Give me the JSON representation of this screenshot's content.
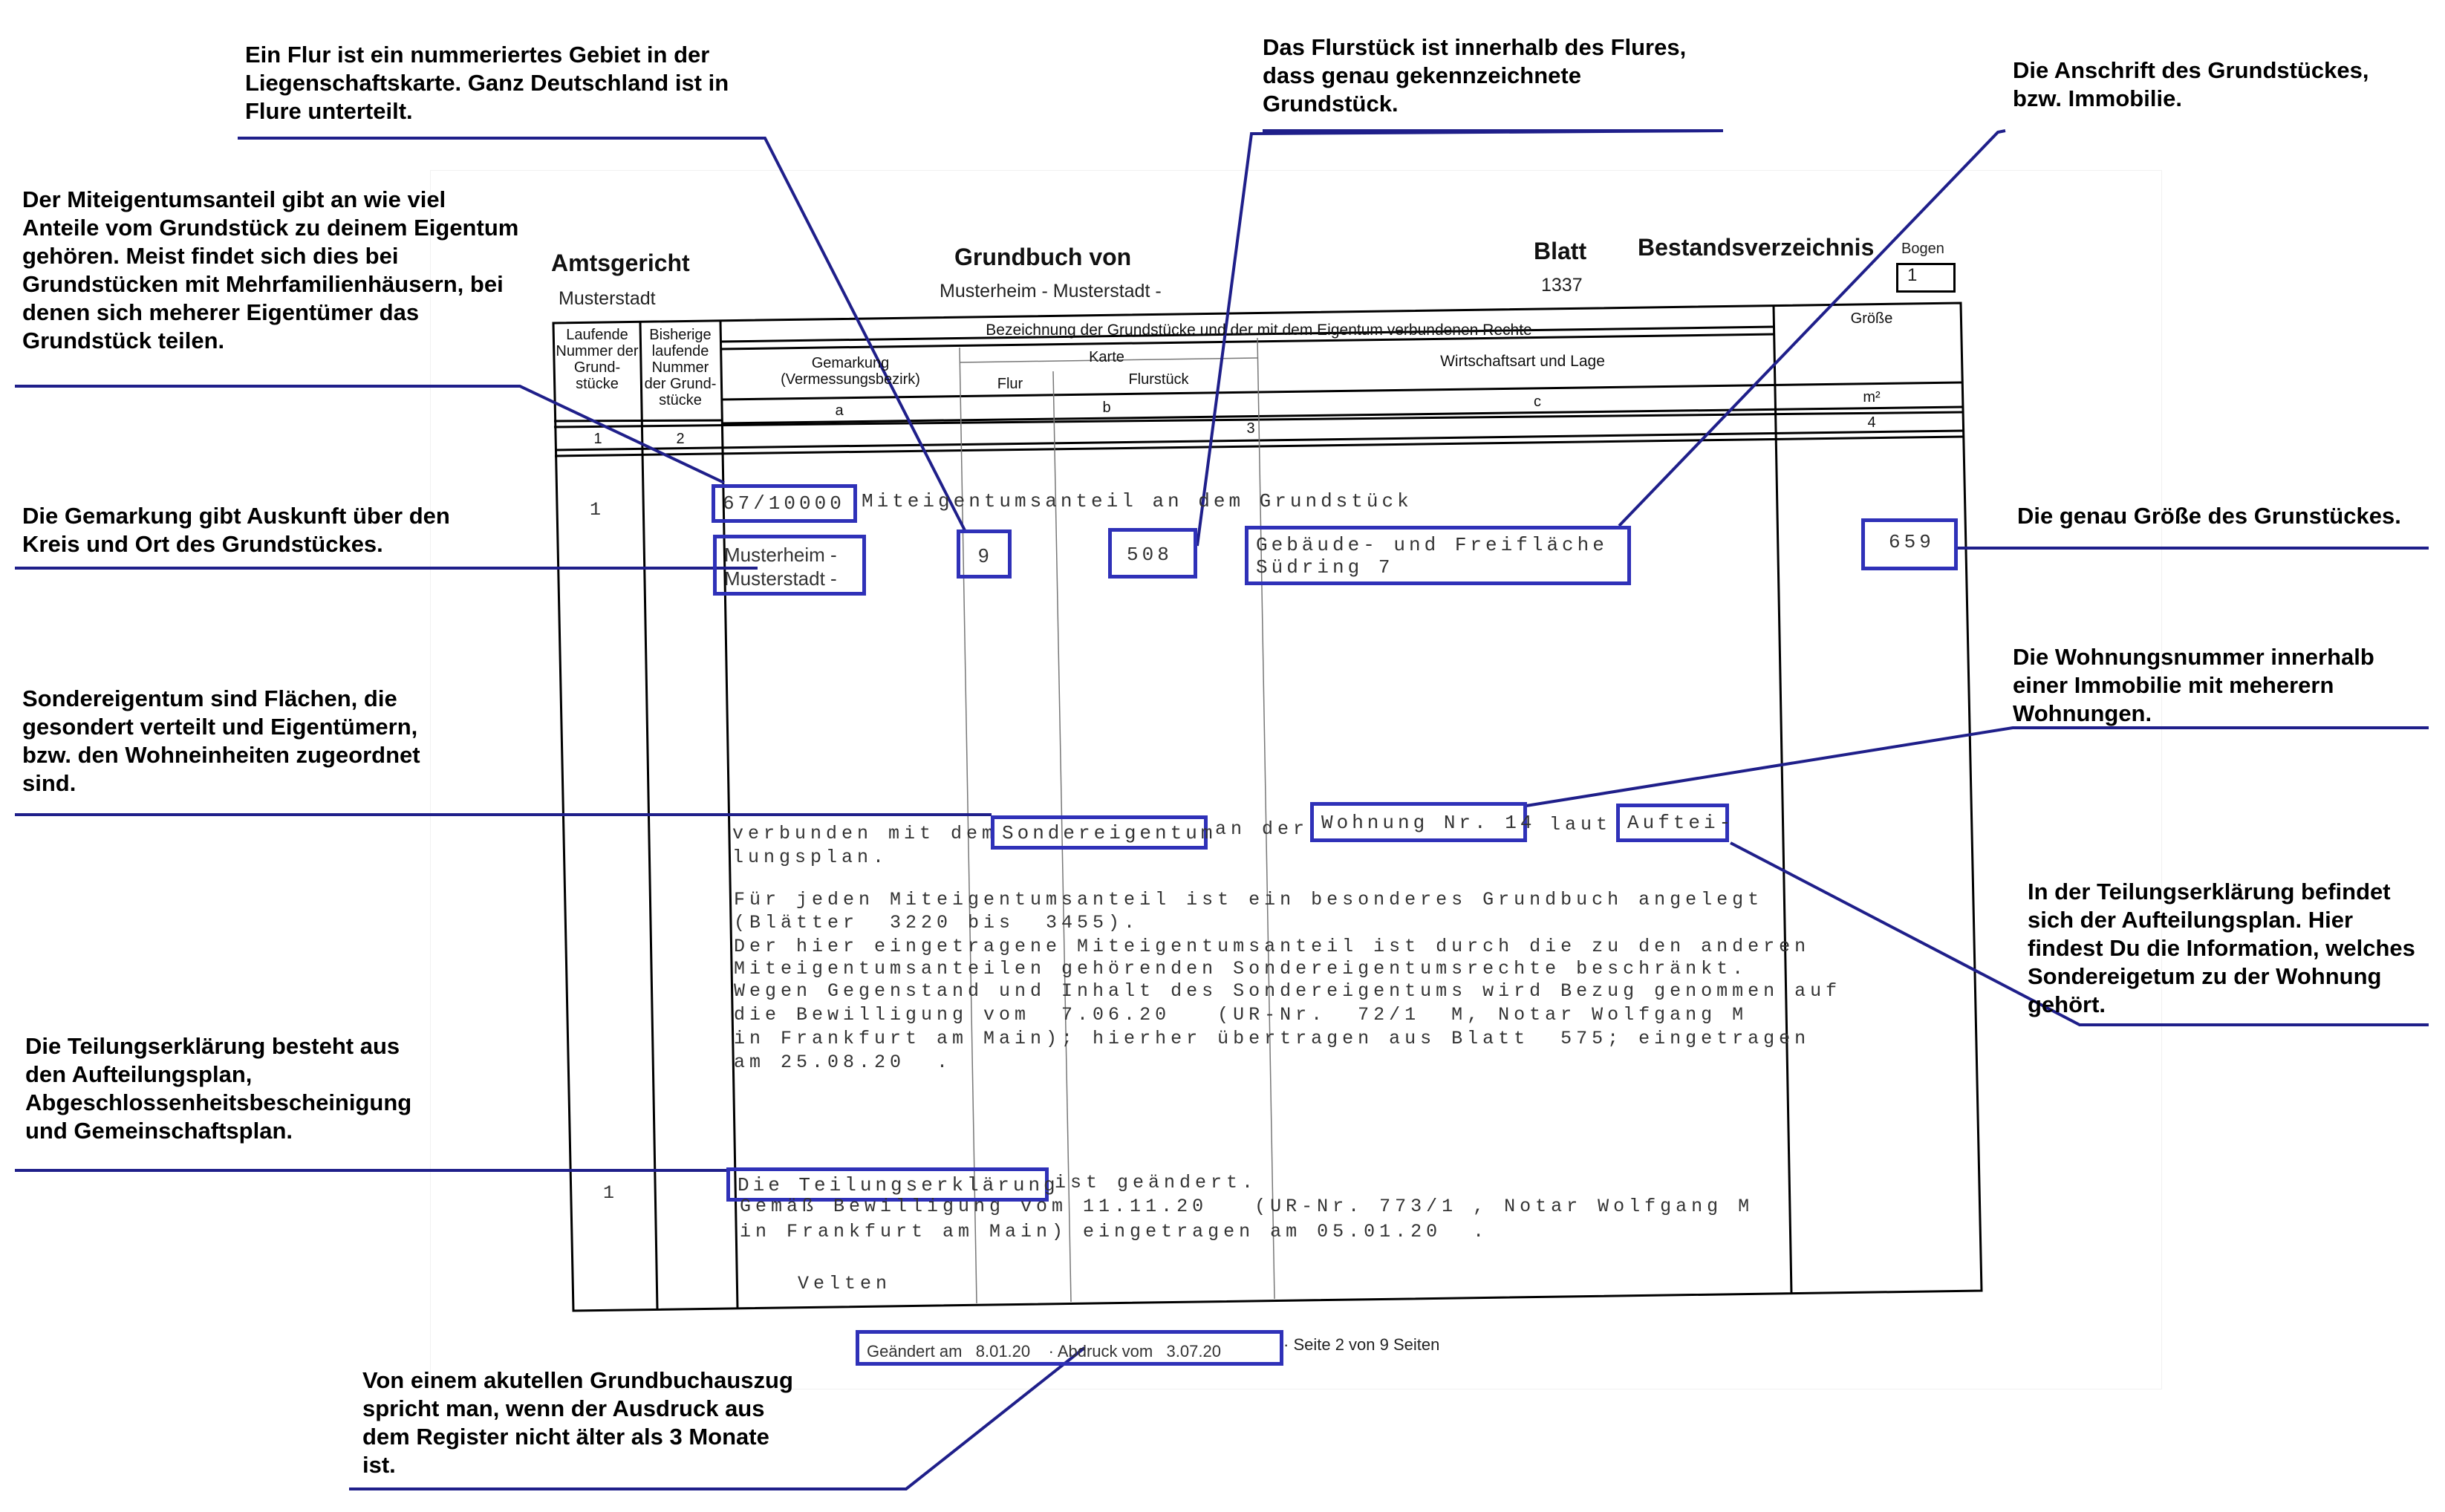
{
  "document": {
    "court_label": "Amtsgericht",
    "court_value": "Musterstadt",
    "grundbuch_label": "Grundbuch von",
    "grundbuch_value": "Musterheim - Musterstadt -",
    "blatt_label": "Blatt",
    "blatt_value": "1337",
    "section_title": "Bestandsverzeichnis",
    "bogen_label": "Bogen",
    "bogen_value": "1",
    "columns": {
      "col1": "Laufende Nummer der Grund-stücke",
      "col2": "Bisherige laufende Nummer der Grund-stücke",
      "desc_header": "Bezeichnung der Grundstücke und der mit dem Eigentum verbundenen Rechte",
      "gemarkung": "Gemarkung (Vermessungsbezirk)",
      "karte": "Karte",
      "flur": "Flur",
      "flurstueck": "Flurstück",
      "wirtschaftsart": "Wirtschaftsart und Lage",
      "groesse": "Größe",
      "unit": "m²",
      "sub_a": "a",
      "sub_b": "b",
      "sub_c": "c",
      "num1": "1",
      "num2": "2",
      "num3": "3",
      "num4": "4"
    },
    "entry1": {
      "lfd": "1",
      "anteil": "67/10000",
      "anteil_text": "Miteigentumsanteil an dem Grundstück",
      "gemarkung_line1": "Musterheim -",
      "gemarkung_line2": "Musterstadt -",
      "flur": "9",
      "flurstueck": "508",
      "lage_line1": "Gebäude- und Freifläche",
      "lage_line2": "Südring 7",
      "groesse": "659",
      "verbunden_a": "verbunden mit dem",
      "sondereigentum": "Sondereigentum",
      "verbunden_b": "an der",
      "wohnung": "Wohnung Nr. 14",
      "laut": "laut",
      "auftei": "Auftei-",
      "lungsplan": "lungsplan.",
      "body_lines": [
        "Für jeden Miteigentumsanteil ist ein besonderes Grundbuch angelegt",
        "(Blätter  3220 bis  3455).",
        "Der hier eingetragene Miteigentumsanteil ist durch die zu den anderen",
        "Miteigentumsanteilen gehörenden Sondereigentumsrechte beschränkt.",
        "Wegen Gegenstand und Inhalt des Sondereigentums wird Bezug genommen auf",
        "die Bewilligung vom  7.06.20   (UR-Nr.  72/1  M, Notar Wolfgang M",
        "in Frankfurt am Main); hierher übertragen aus Blatt  575; eingetragen",
        "am 25.08.20  ."
      ]
    },
    "entry2": {
      "lfd": "1",
      "teilung": "Die Teilungserklärung",
      "teilung_rest": "ist geändert.",
      "line2": "Gemäß Bewilligung vom 11.11.20   (UR-Nr. 773/1 , Notar Wolfgang M",
      "line3": "in Frankfurt am Main) eingetragen am 05.01.20  .",
      "signature": "Velten"
    },
    "footer": {
      "changed": "Geändert am   8.01.20    · Abdruck vom   3.07.20",
      "page": "· Seite 2 von 9 Seiten"
    }
  },
  "annotations": {
    "flur": "Ein Flur ist ein nummeriertes Gebiet in der Liegenschaftskarte. Ganz Deutschland ist in Flure unterteilt.",
    "flurstueck": "Das Flurstück ist innerhalb des Flures, dass genau gekennzeichnete Grundstück.",
    "anschrift": "Die Anschrift des Grundstückes, bzw. Immobilie.",
    "miteigentum": "Der Miteigentumsanteil gibt an wie viel Anteile vom Grundstück zu deinem Eigentum gehören. Meist findet sich dies bei Grundstücken mit Mehrfamilienhäusern, bei denen sich meherer Eigentümer das Grundstück teilen.",
    "gemarkung": "Die Gemarkung gibt Auskunft über den Kreis und Ort des Grundstückes.",
    "groesse": "Die genau Größe des Grunstückes.",
    "wohnungsnummer": "Die Wohnungsnummer innerhalb einer Immobilie mit meherern Wohnungen.",
    "sondereigentum": "Sondereigentum sind Flächen, die gesondert verteilt und Eigentümern, bzw. den Wohneinheiten zugeordnet sind.",
    "aufteilungsplan": "In der Teilungserklärung befindet sich der Aufteilungsplan. Hier findest Du die Information, welches Sondereigetum zu der Wohnung gehört.",
    "teilungserklaerung": "Die Teilungserklärung besteht aus den Aufteilungsplan, Abgeschlossenheitsbescheinigung und Gemeinschaftsplan.",
    "aktuell": "Von einem akutellen Grundbuchauszug spricht man, wenn der Ausdruck aus dem Register nicht älter als 3 Monate ist."
  },
  "colors": {
    "highlight": "#2f31b8",
    "rule": "#000000"
  }
}
